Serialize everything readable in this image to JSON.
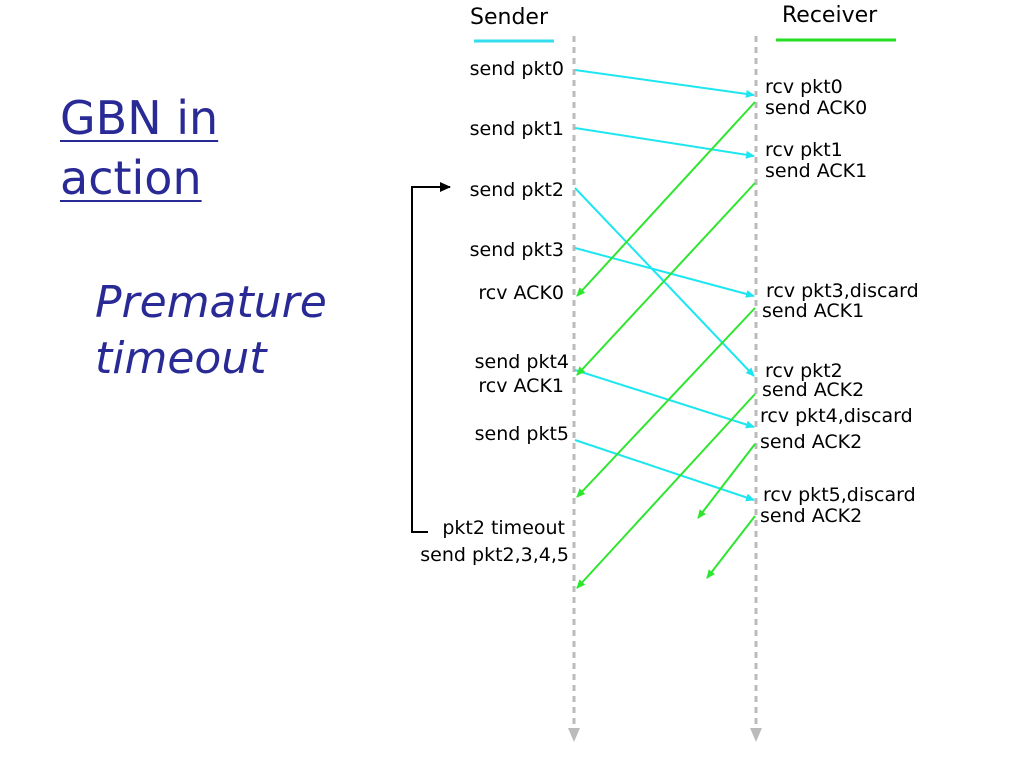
{
  "title": "GBN in action",
  "subtitle": "Premature timeout",
  "sender_label": "Sender",
  "receiver_label": "Receiver",
  "sender_events": {
    "send_pkt0": "send pkt0",
    "send_pkt1": "send pkt1",
    "send_pkt2": "send pkt2",
    "send_pkt3": "send pkt3",
    "rcv_ack0": "rcv ACK0",
    "send_pkt4": "send pkt4",
    "rcv_ack1": "rcv ACK1",
    "send_pkt5": "send pkt5",
    "pkt2_timeout": "pkt2 timeout",
    "resend": "send pkt2,3,4,5"
  },
  "receiver_events": {
    "rcv_pkt0": "rcv pkt0",
    "send_ack0": "send ACK0",
    "rcv_pkt1": "rcv pkt1",
    "send_ack1_a": "send ACK1",
    "rcv_pkt3": "rcv pkt3,discard",
    "send_ack1_b": "send ACK1",
    "rcv_pkt2": "rcv pkt2",
    "send_ack2_a": "send ACK2",
    "rcv_pkt4": "rcv pkt4,discard",
    "send_ack2_b": "send ACK2",
    "rcv_pkt5": "rcv pkt5,discard",
    "send_ack2_c": "send ACK2"
  },
  "colors": {
    "packet_arrow": "#1ee6f0",
    "ack_arrow": "#2ee62e",
    "timeline": "#bbbbbb",
    "title": "#2a2a96",
    "sender_underline": "#33ddee",
    "receiver_underline": "#22dd22"
  }
}
